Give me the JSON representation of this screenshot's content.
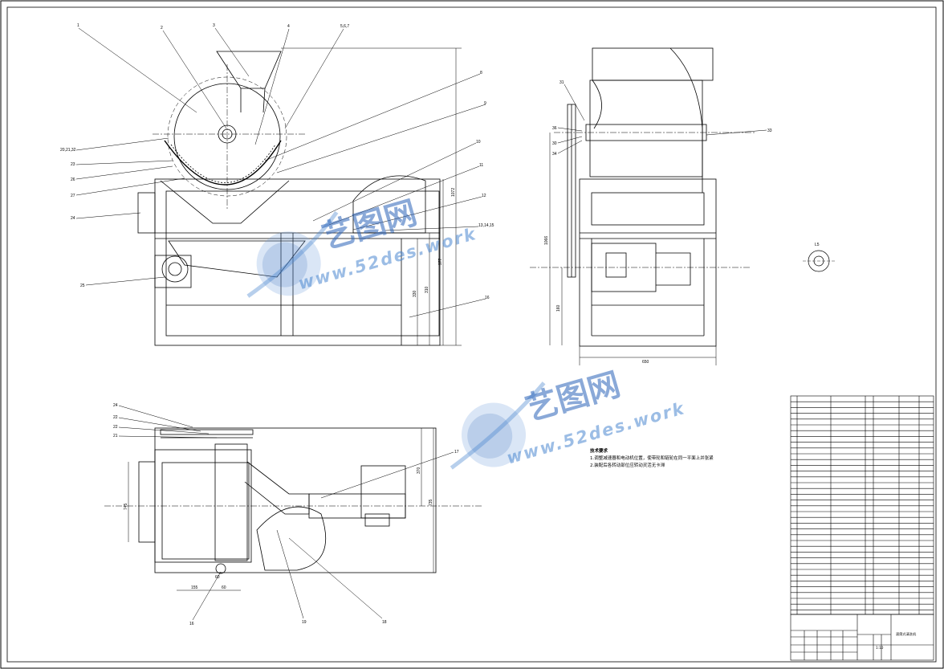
{
  "drawing": {
    "parts_balloons_front": [
      "1",
      "2",
      "3",
      "4",
      "5,6,7",
      "8",
      "9",
      "10",
      "11",
      "12",
      "13,14,15",
      "16",
      "20,21,32",
      "23",
      "26",
      "27",
      "24",
      "25"
    ],
    "parts_balloons_side": [
      "31",
      "30",
      "36",
      "34",
      "33",
      "L5"
    ],
    "parts_balloons_top": [
      "24",
      "22",
      "22",
      "21",
      "17",
      "18",
      "19",
      "16"
    ],
    "dimensions_front": [
      "1072",
      "977",
      "310",
      "330"
    ],
    "dimensions_side": [
      "1066",
      "160",
      "650"
    ],
    "dimensions_top": [
      "370",
      "735",
      "745",
      "155",
      "60",
      "60"
    ]
  },
  "technical_requirements": {
    "title": "技术要求",
    "lines": [
      "1.调整减速器和电动机位置，使带轮和链轮在同一平面上并张紧",
      "2.装配后各转动部位应转动灵活无卡滞"
    ]
  },
  "watermark": {
    "brand_cn": "艺图网",
    "url": "www.52des.work",
    "color": "#2a63b8"
  },
  "title_block": {
    "drawing_name": "滚筒式清洗机",
    "scale": "1:10"
  }
}
